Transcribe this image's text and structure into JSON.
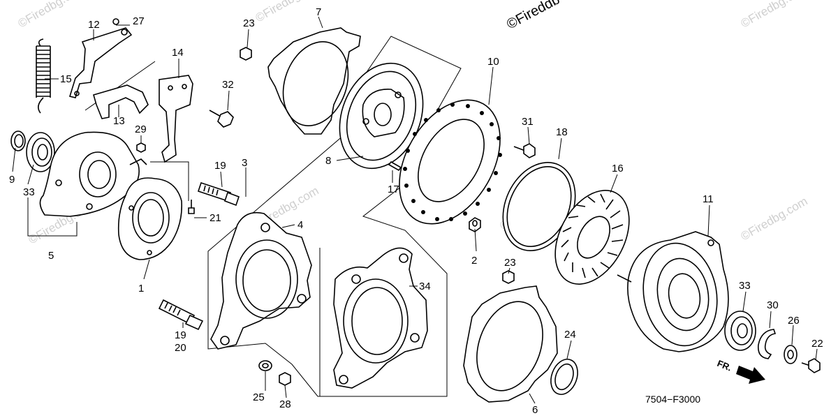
{
  "diagram": {
    "code": "7504−F3000",
    "copyright": "©Fireddb",
    "watermark": "©Firedbg.com",
    "direction_label": "FR.",
    "parts": [
      {
        "id": "p1",
        "label": "1"
      },
      {
        "id": "p2",
        "label": "2"
      },
      {
        "id": "p3",
        "label": "3"
      },
      {
        "id": "p4",
        "label": "4"
      },
      {
        "id": "p5",
        "label": "5"
      },
      {
        "id": "p6",
        "label": "6"
      },
      {
        "id": "p7",
        "label": "7"
      },
      {
        "id": "p8",
        "label": "8"
      },
      {
        "id": "p9",
        "label": "9"
      },
      {
        "id": "p10",
        "label": "10"
      },
      {
        "id": "p11",
        "label": "11"
      },
      {
        "id": "p12",
        "label": "12"
      },
      {
        "id": "p13",
        "label": "13"
      },
      {
        "id": "p14",
        "label": "14"
      },
      {
        "id": "p15",
        "label": "15"
      },
      {
        "id": "p16",
        "label": "16"
      },
      {
        "id": "p17",
        "label": "17"
      },
      {
        "id": "p18",
        "label": "18"
      },
      {
        "id": "p19a",
        "label": "19"
      },
      {
        "id": "p19b",
        "label": "19"
      },
      {
        "id": "p20",
        "label": "20"
      },
      {
        "id": "p21",
        "label": "21"
      },
      {
        "id": "p22",
        "label": "22"
      },
      {
        "id": "p23a",
        "label": "23"
      },
      {
        "id": "p23b",
        "label": "23"
      },
      {
        "id": "p24",
        "label": "24"
      },
      {
        "id": "p25",
        "label": "25"
      },
      {
        "id": "p26",
        "label": "26"
      },
      {
        "id": "p27",
        "label": "27"
      },
      {
        "id": "p28",
        "label": "28"
      },
      {
        "id": "p29",
        "label": "29"
      },
      {
        "id": "p30",
        "label": "30"
      },
      {
        "id": "p31",
        "label": "31"
      },
      {
        "id": "p32",
        "label": "32"
      },
      {
        "id": "p33a",
        "label": "33"
      },
      {
        "id": "p33b",
        "label": "33"
      },
      {
        "id": "p34",
        "label": "34"
      }
    ]
  }
}
